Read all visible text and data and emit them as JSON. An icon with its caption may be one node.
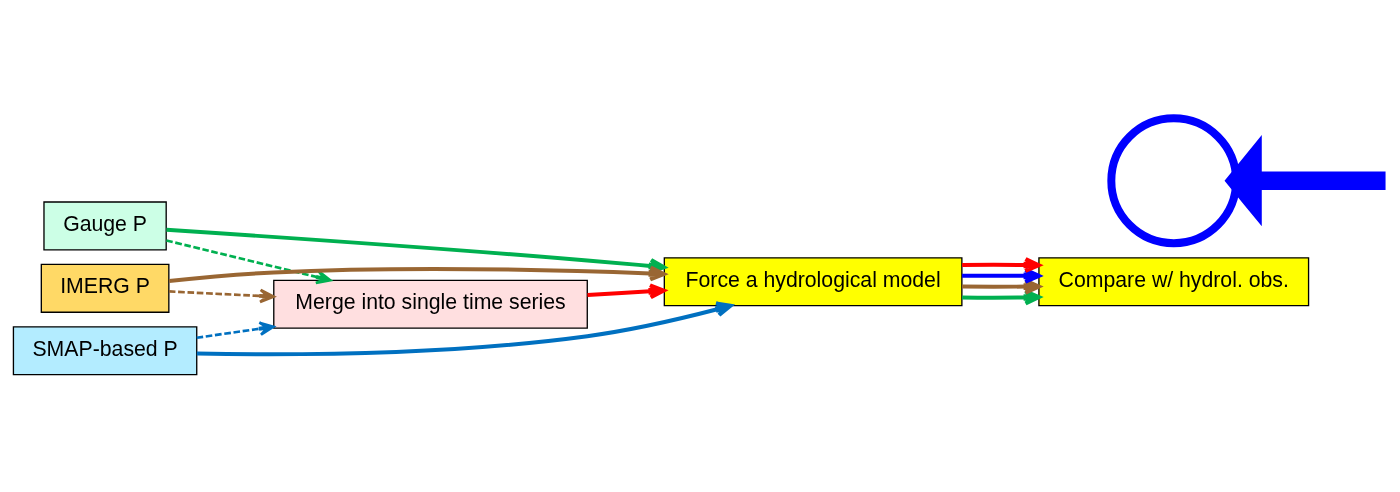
{
  "diagram": {
    "nodes": [
      {
        "text": [
          "Gauge P"
        ]
      },
      {
        "text": [
          "IMERG P"
        ]
      },
      {
        "text": [
          "SMAP-based P"
        ]
      },
      {
        "text": [
          "Merge into single time series"
        ]
      },
      {
        "text": [
          "Force a hydrological model"
        ]
      },
      {
        "text": [],
        "shape": "circle"
      },
      {
        "text": [
          "Compare w/ hydrol. obs."
        ]
      }
    ],
    "edges": [
      {
        "from": 0,
        "to": 4,
        "arrow": "to",
        "color": "#00b050"
      },
      {
        "from": 1,
        "to": 4,
        "arrow": "to",
        "color": "#996633"
      },
      {
        "from": 2,
        "to": 4,
        "arrow": "to",
        "color": "#0070c0"
      },
      {
        "from": 0,
        "to": 3,
        "arrow": "to",
        "style": "dashed",
        "color": "#00b050"
      },
      {
        "from": 1,
        "to": 3,
        "arrow": "to",
        "style": "dashed",
        "color": "#996633"
      },
      {
        "from": 2,
        "to": 3,
        "arrow": "to",
        "style": "dashed",
        "color": "#0070c0"
      },
      {
        "from": 3,
        "to": 4,
        "arrow": "to",
        "color": "#ff0000"
      },
      {
        "from": 4,
        "to": 6,
        "arrow": "to",
        "color": "#00b050"
      },
      {
        "from": 4,
        "to": 6,
        "arrow": "to",
        "color": "#996633"
      },
      {
        "from": 4,
        "to": 6,
        "arrow": "to",
        "color": "#0000ff"
      },
      {
        "from": 4,
        "to": 6,
        "arrow": "to",
        "color": "#ff0000"
      },
      {
        "from": null,
        "to": 5,
        "arrow": "to",
        "style": "thick",
        "color": "#0000ff"
      }
    ]
  }
}
